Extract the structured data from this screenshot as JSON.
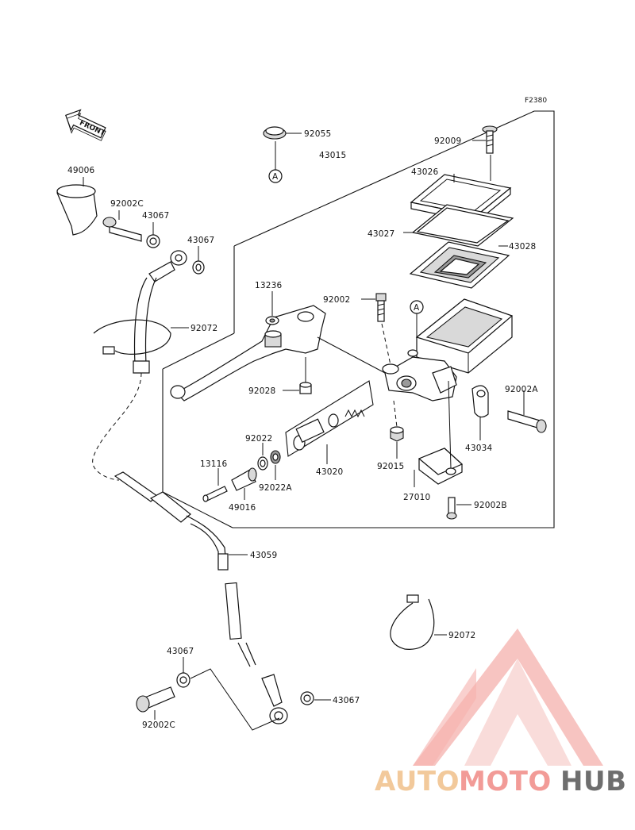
{
  "figure_id": "F2380",
  "front_label": "FRONT",
  "ref_marker": "A",
  "parts": {
    "p92055": "92055",
    "p43015": "43015",
    "p92009": "92009",
    "p43026": "43026",
    "p43027": "43027",
    "p43028": "43028",
    "p49006": "49006",
    "p92002C_top": "92002C",
    "p43067_a": "43067",
    "p43067_b": "43067",
    "p92072_top": "92072",
    "p13236": "13236",
    "p92002": "92002",
    "p92028": "92028",
    "p92002A": "92002A",
    "p43034": "43034",
    "p92022": "92022",
    "p13116": "13116",
    "p92022A": "92022A",
    "p43020": "43020",
    "p92015": "92015",
    "p49016": "49016",
    "p27010": "27010",
    "p92002B": "92002B",
    "p43059": "43059",
    "p92072_bot": "92072",
    "p43067_c": "43067",
    "p43067_d": "43067",
    "p92002C_bot": "92002C"
  },
  "watermark": {
    "part1": "AUTO",
    "part2": "MOTO",
    "part3": "HUB",
    "color_auto": "#f0c08a",
    "color_moto": "#f08a85",
    "color_hub": "#555555"
  }
}
